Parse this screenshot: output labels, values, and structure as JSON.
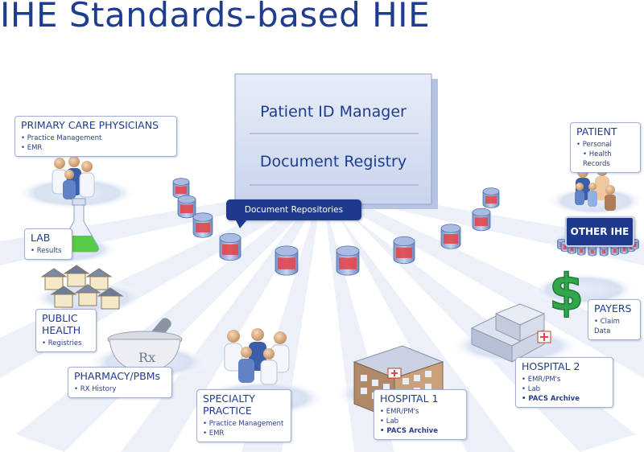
{
  "title": "IHE Standards-based HIE",
  "center": {
    "panel_top": "Patient ID Manager",
    "panel_bottom": "Document Registry",
    "callout": "Document Repositories"
  },
  "nodes": {
    "primary_care": {
      "heading": "PRIMARY CARE PHYSICIANS",
      "items": [
        "Practice Management",
        "EMR"
      ]
    },
    "lab": {
      "heading": "LAB",
      "items": [
        "Results"
      ]
    },
    "public_health": {
      "heading_line1": "PUBLIC",
      "heading_line2": "HEALTH",
      "items": [
        "Registries"
      ]
    },
    "pharmacy": {
      "heading": "PHARMACY/PBMs",
      "items": [
        "RX History"
      ]
    },
    "specialty": {
      "heading_line1": "SPECIALTY",
      "heading_line2": "PRACTICE",
      "items": [
        "Practice Management",
        "EMR"
      ]
    },
    "hospital1": {
      "heading": "HOSPITAL 1",
      "items": [
        "EMR/PM's",
        "Lab",
        "PACS Archive"
      ]
    },
    "hospital2": {
      "heading": "HOSPITAL 2",
      "items": [
        "EMR/PM's",
        "Lab",
        "PACS Archive"
      ]
    },
    "payers": {
      "heading": "PAYERS",
      "items": [
        "Claim Data"
      ]
    },
    "patient": {
      "heading": "PATIENT",
      "items_line1": "Personal",
      "items_line2": "Health Records"
    },
    "other_ihe": "OTHER IHE"
  },
  "pharmacy_glyph": "Rx",
  "payer_glyph": "$",
  "colors": {
    "title": "#1f3d8f",
    "box_border": "#9fb0d4",
    "callout": "#1f3a8c",
    "repository_red": "#e0474c",
    "lab_flask": "#58c94a",
    "payer_green": "#33a54b"
  },
  "icons": [
    "people-icon",
    "flask-icon",
    "houses-icon",
    "mortar-pestle-icon",
    "hospital-building-icon",
    "dollar-icon",
    "database-icon"
  ]
}
